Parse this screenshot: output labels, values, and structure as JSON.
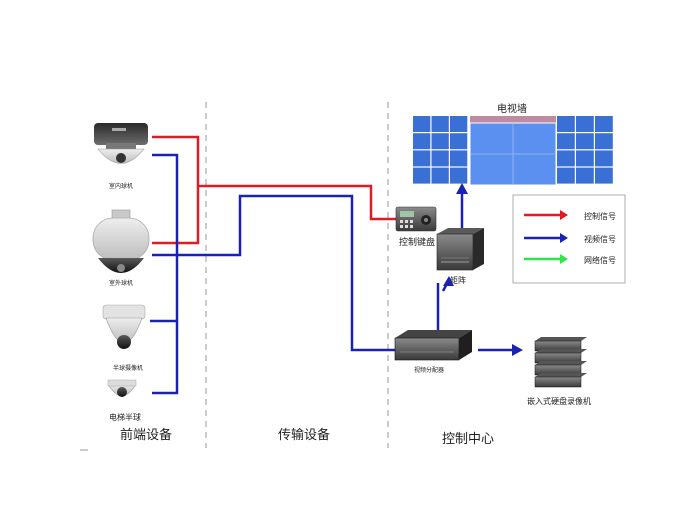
{
  "colors": {
    "control": "#e01b24",
    "video": "#1a22b5",
    "network": "#2ee84a",
    "divider": "#999999",
    "wall_screen": "#3a6fd6",
    "wall_center": "#5b8ff0",
    "wall_header": "#c08aa0"
  },
  "sections": {
    "front": "前端设备",
    "transmission": "传输设备",
    "control_center": "控制中心"
  },
  "devices": {
    "indoor_dome": "室内球机",
    "outdoor_dome": "室外球机",
    "half_dome": "半球摄像机",
    "elevator_dome": "电梯半球",
    "keyboard": "控制键盘",
    "matrix": "矩阵",
    "distributor": "视频分配器",
    "dvr": "嵌入式硬盘录像机",
    "video_wall": "电视墙"
  },
  "legend": {
    "control_signal": "控制信号",
    "video_signal": "视频信号",
    "network_signal": "网络信号"
  }
}
